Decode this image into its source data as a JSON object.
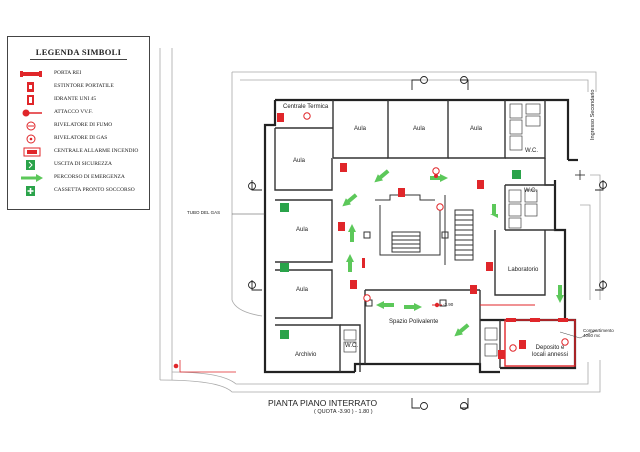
{
  "legend": {
    "title": "LEGENDA SIMBOLI",
    "items": [
      {
        "label": "PORTA REI",
        "icon": "fire-door-icon"
      },
      {
        "label": "ESTINTORE PORTATILE",
        "icon": "fire-extinguisher-icon"
      },
      {
        "label": "IDRANTE UNI 45",
        "icon": "hydrant-icon"
      },
      {
        "label": "ATTACCO VV.F.",
        "icon": "fire-brigade-connection-icon"
      },
      {
        "label": "RIVELATORE DI FUMO",
        "icon": "smoke-detector-icon"
      },
      {
        "label": "RIVELATORE DI GAS",
        "icon": "gas-detector-icon"
      },
      {
        "label": "CENTRALE ALLARME INCENDIO",
        "icon": "fire-alarm-panel-icon"
      },
      {
        "label": "USCITA DI SICUREZZA",
        "icon": "emergency-exit-icon"
      },
      {
        "label": "PERCORSO DI EMERGENZA",
        "icon": "emergency-route-arrow-icon"
      },
      {
        "label": "CASSETTA PRONTO SOCCORSO",
        "icon": "first-aid-box-icon"
      }
    ]
  },
  "rooms": {
    "centrale_termica": "Centrale Termica",
    "aula": "Aula",
    "wc": "W.C.",
    "laboratorio": "Laboratorio",
    "spazio_polivalente": "Spazio Polivalente",
    "archivio": "Archivio",
    "deposito": "Deposito e locali annessi"
  },
  "annotations": {
    "tubo_gas": "TUBO DEL GAS",
    "ingresso_secondario": "Ingresso Secondario",
    "compartimento": "Compartimento 4060 mc",
    "quota_local": "-3.90"
  },
  "plan": {
    "title": "PIANTA PIANO INTERRATO",
    "subtitle": "( QUOTA -3.90 ) - 1.80 )"
  },
  "colors": {
    "symbol_red": "#e0262a",
    "exit_green": "#2aa34a",
    "route_green": "#5cc85a",
    "wall": "#222222",
    "site_outline": "#9a9a9a"
  }
}
